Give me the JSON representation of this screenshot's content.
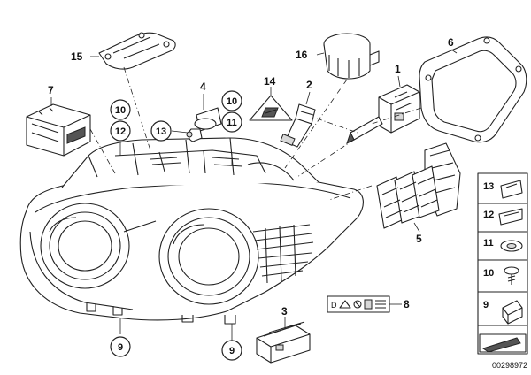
{
  "diagram": {
    "callouts": {
      "c1": "1",
      "c2": "2",
      "c3": "3",
      "c4": "4",
      "c5": "5",
      "c6": "6",
      "c7": "7",
      "c8": "8",
      "c9a": "9",
      "c9b": "9",
      "c10a": "10",
      "c10b": "10",
      "c11": "11",
      "c12": "12",
      "c13": "13",
      "c14": "14",
      "c15": "15",
      "c16": "16"
    },
    "legend": {
      "r13": "13",
      "r12": "12",
      "r11": "11",
      "r10": "10",
      "r9": "9"
    },
    "warning_label_text": "D",
    "image_code": "00298972"
  }
}
